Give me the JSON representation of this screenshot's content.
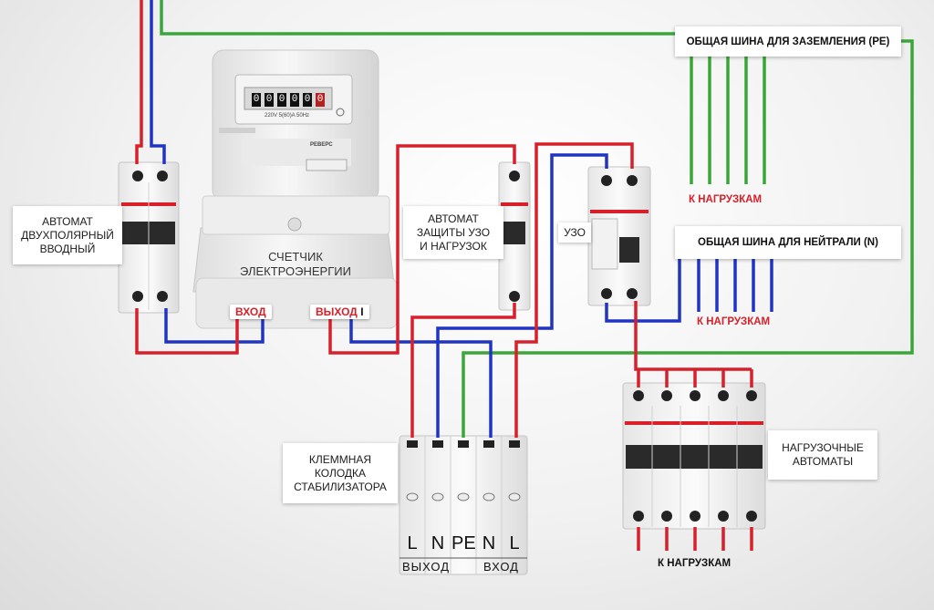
{
  "labels": {
    "breaker_main": "АВТОМАТ\nДВУХПОЛЯРНЫЙ\nВВОДНЫЙ",
    "meter": "СЧЕТЧИК\nЭЛЕКТРОЭНЕРГИИ",
    "breaker_rcd": "АВТОМАТ\nЗАЩИТЫ УЗО\nИ НАГРУЗОК",
    "rcd": "УЗО",
    "terminal_block": "КЛЕММНАЯ\nКОЛОДКА\nСТАБИЛИЗАТОРА",
    "load_breakers": "НАГРУЗОЧНЫЕ\nАВТОМАТЫ",
    "pe_bus": "ОБЩАЯ ШИНА ДЛЯ ЗАЗЕМЛЕНИЯ (PE)",
    "n_bus": "ОБЩАЯ ШИНА ДЛЯ НЕЙТРАЛИ (N)",
    "to_loads_pe": "К НАГРУЗКАМ",
    "to_loads_n": "К НАГРУЗКАМ",
    "to_loads_bottom": "К НАГРУЗКАМ"
  },
  "meter": {
    "input_tag": "ВХОД",
    "output_tag": "ВЫХОД",
    "output_mark": "I",
    "spec": "220V 5(60)A 50Hz",
    "digits": [
      "0",
      "0",
      "0",
      "0",
      "0",
      "0"
    ],
    "brand": "РЕВЕРС"
  },
  "terminal": {
    "letters": [
      "L",
      "N",
      "PE",
      "N",
      "L"
    ],
    "output_word": "ВЫХОД",
    "input_word": "ВХОД"
  },
  "colors": {
    "phase": "#d7202a",
    "neutral": "#2034c4",
    "ground": "#3aa63a",
    "accent_text": "#d7202a"
  }
}
